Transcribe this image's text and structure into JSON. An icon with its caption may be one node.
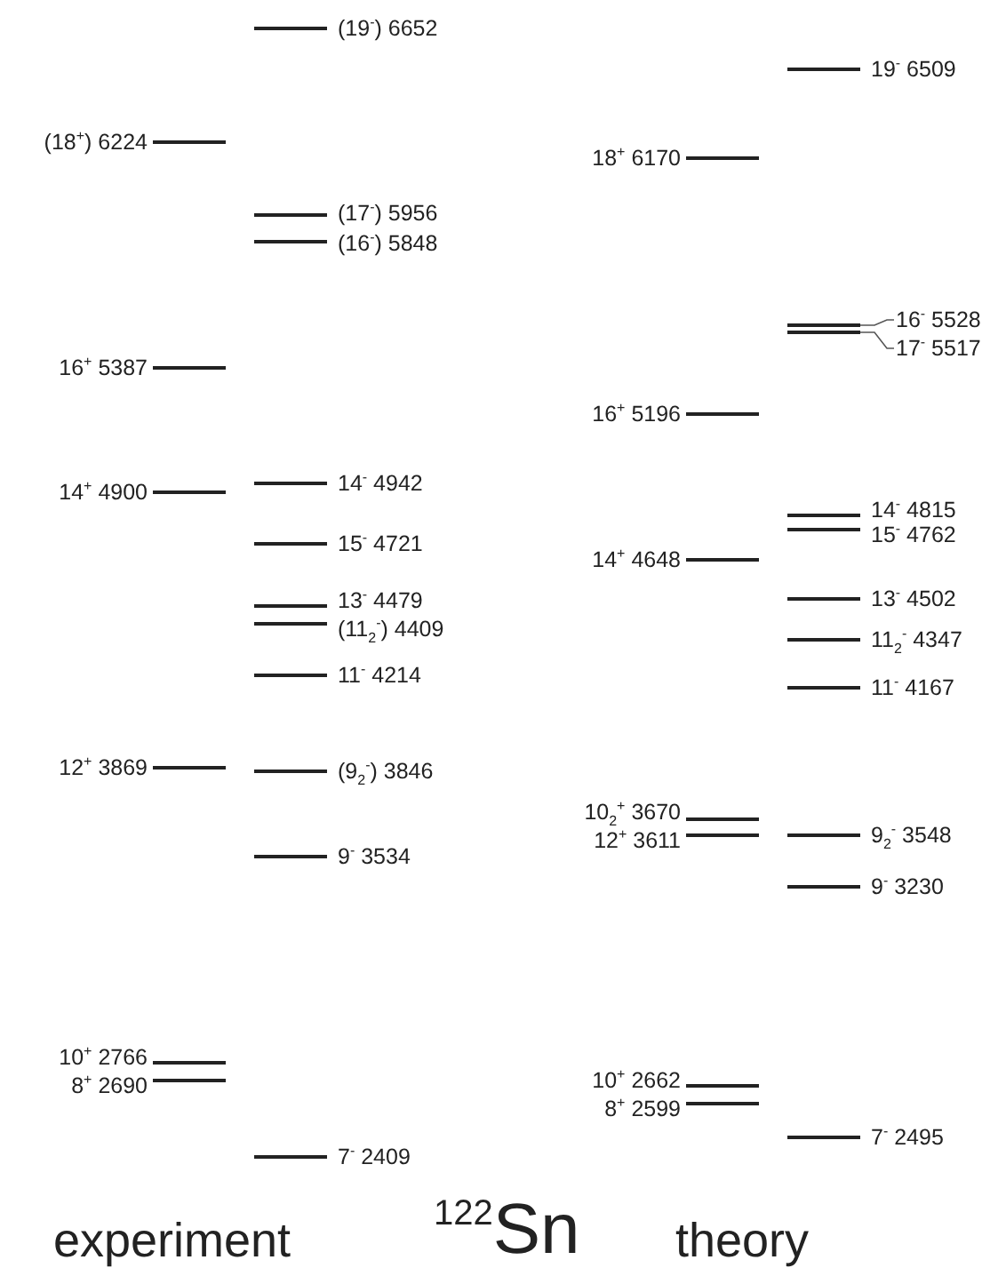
{
  "diagram": {
    "title": "$^{122}$Sn",
    "nodes": [
      {
        "text": [
          "(18$^{+}$) 6224"
        ]
      },
      {
        "text": [
          "16$^{+}$ 5387"
        ]
      },
      {
        "text": [
          "14$^{+}$ 4900"
        ]
      },
      {
        "text": [
          "12$^{+}$ 3869"
        ]
      },
      {
        "text": [
          "10$^{+}$ 2766"
        ]
      },
      {
        "text": [
          "8$^{+}$ 2690"
        ]
      },
      {
        "text": [
          "(19$^{-}$) 6652"
        ]
      },
      {
        "text": [
          "(17$^{-}$) 5956"
        ]
      },
      {
        "text": [
          "(16$^{-}$) 5848"
        ]
      },
      {
        "text": [
          "14$^{-}$ 4942"
        ]
      },
      {
        "text": [
          "15$^{-}$ 4721"
        ]
      },
      {
        "text": [
          "13$^{-}$ 4479"
        ]
      },
      {
        "text": [
          "(11$_{2}$$^{-}$) 4409"
        ]
      },
      {
        "text": [
          "11$^{-}$ 4214"
        ]
      },
      {
        "text": [
          "(9$_{2}$$^{-}$) 3846"
        ]
      },
      {
        "text": [
          "9$^{-}$ 3534"
        ]
      },
      {
        "text": [
          "7$^{-}$ 2409"
        ]
      },
      {
        "text": [
          "18$^{+}$ 6170"
        ]
      },
      {
        "text": [
          "16$^{+}$ 5196"
        ]
      },
      {
        "text": [
          "14$^{+}$ 4648"
        ]
      },
      {
        "text": [
          "10$_{2}$$^{+}$ 3670"
        ]
      },
      {
        "text": [
          "12$^{+}$ 3611"
        ]
      },
      {
        "text": [
          "10$^{+}$ 2662"
        ]
      },
      {
        "text": [
          "8$^{+}$ 2599"
        ]
      },
      {
        "text": [
          "19$^{-}$ 6509"
        ]
      },
      {
        "text": [],
        "shape": "bar"
      },
      {
        "text": [],
        "shape": "bar"
      },
      {
        "text": [
          "16$^{-}$ 5528"
        ]
      },
      {
        "text": [
          "17$^{-}$ 5517"
        ]
      },
      {
        "text": [
          "14$^{-}$ 4815"
        ]
      },
      {
        "text": [
          "15$^{-}$ 4762"
        ]
      },
      {
        "text": [
          "13$^{-}$ 4502"
        ]
      },
      {
        "text": [
          "11$_{2}$$^{-}$ 4347"
        ]
      },
      {
        "text": [
          "11$^{-}$ 4167"
        ]
      },
      {
        "text": [
          "9$_{2}$$^{-}$ 3548"
        ]
      },
      {
        "text": [
          "9$^{-}$ 3230"
        ]
      },
      {
        "text": [
          "7$^{-}$ 2495"
        ]
      }
    ],
    "edges": [
      {
        "from": 27,
        "to": 25,
        "arrow": "none"
      },
      {
        "from": 28,
        "to": 26,
        "arrow": "none"
      }
    ],
    "labels": [
      "experiment",
      "theory"
    ]
  }
}
